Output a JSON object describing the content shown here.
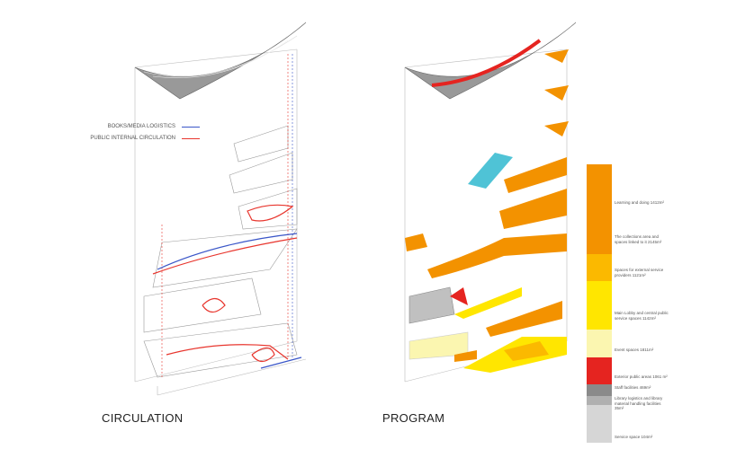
{
  "titles": {
    "circulation": "CIRCULATION",
    "program": "PROGRAM"
  },
  "legend": [
    {
      "label": "BOOKS/MEDIA LOGISTICS",
      "color": "#3a56c8"
    },
    {
      "label": "PUBLIC INTERNAL CIRCULATION",
      "color": "#e8362e"
    }
  ],
  "program": [
    {
      "label": "Learning and doing 1412m²",
      "color": "#f39200",
      "share": 0.18
    },
    {
      "label": "The collections area and spaces linked to it 2145m²",
      "color": "#f39200",
      "share": 0.14
    },
    {
      "label": "Spaces for external service providers 1121m²",
      "color": "#fbb900",
      "share": 0.1
    },
    {
      "label": "Main Lobby and central public service spaces 1142m²",
      "color": "#ffe600",
      "share": 0.17
    },
    {
      "label": "Event spaces 1811m²",
      "color": "#fbf6b0",
      "share": 0.1
    },
    {
      "label": "Exterior public areas 1061 m²",
      "color": "#e52420",
      "share": 0.1
    },
    {
      "label": "Staff facilities 469m²",
      "color": "#8a8a8a",
      "share": 0.04
    },
    {
      "label": "Library logistics and library material handling facilities 35m²",
      "color": "#b0b0b0",
      "share": 0.03
    },
    {
      "label": "Service space 104m²",
      "color": "#d6d6d6",
      "share": 0.14
    }
  ]
}
